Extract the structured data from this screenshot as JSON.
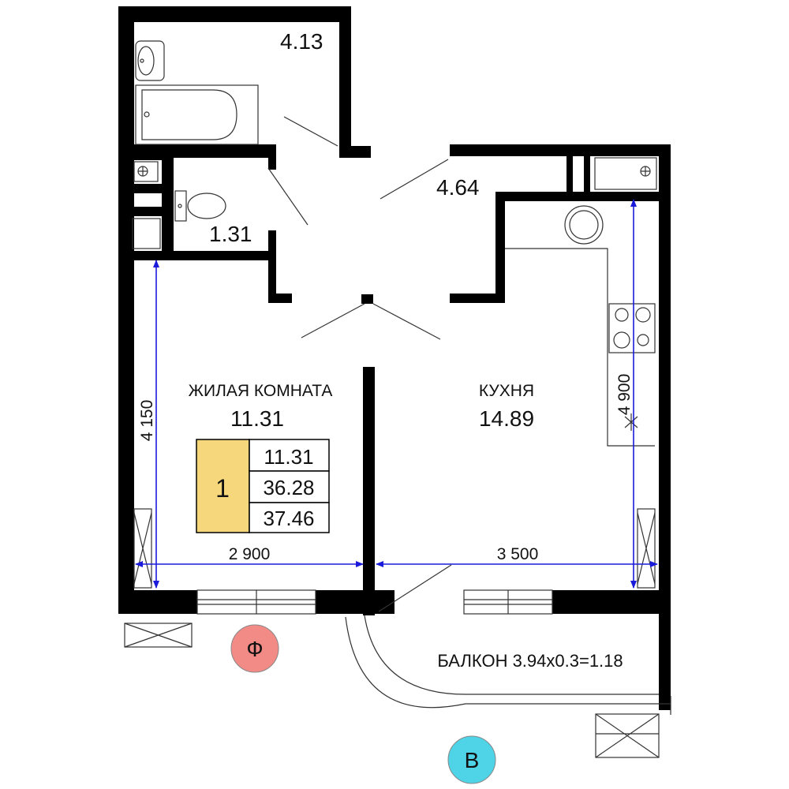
{
  "rooms": {
    "bathroom_area": "4.13",
    "wc_area": "1.31",
    "hall_area": "4.64",
    "living": {
      "name": "ЖИЛАЯ КОМНАТА",
      "area": "11.31"
    },
    "kitchen": {
      "name": "КУХНЯ",
      "area": "14.89"
    },
    "balcony": "БАЛКОН 3.94х0.3=1.18"
  },
  "summary": {
    "rooms_count": "1",
    "living_area": "11.31",
    "total_area": "36.28",
    "total_with_balcony": "37.46"
  },
  "dimensions": {
    "living_height": "4 150",
    "living_width": "2 900",
    "kitchen_width": "3 500",
    "kitchen_height": "4 900"
  },
  "facades": {
    "front": "Ф",
    "side": "В"
  },
  "colors": {
    "wall": "#000000",
    "dimension_line": "#1a1adb",
    "summary_fill": "#f7d77c",
    "facade_f": "#f28a86",
    "facade_v": "#4fd3e6"
  }
}
